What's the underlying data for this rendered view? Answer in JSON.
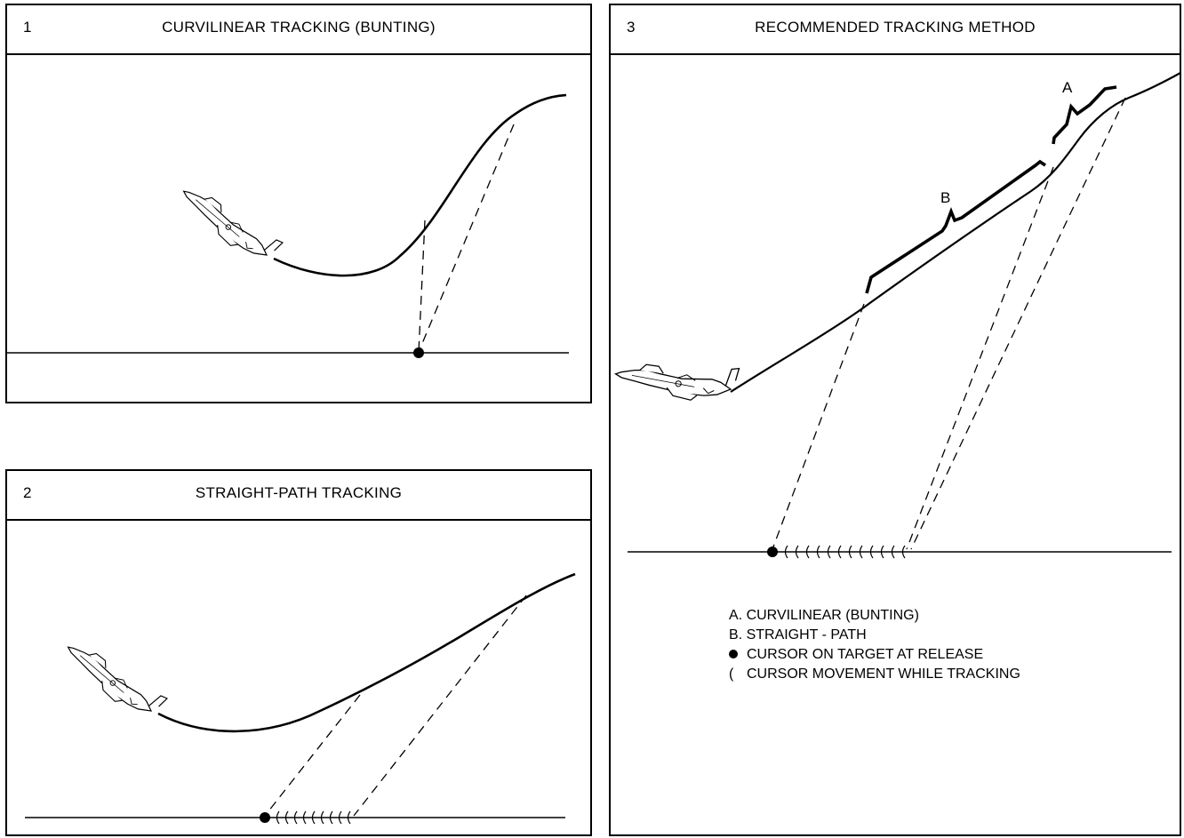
{
  "panels": [
    {
      "number": "1",
      "title": "CURVILINEAR TRACKING (BUNTING)"
    },
    {
      "number": "2",
      "title": "STRAIGHT-PATH TRACKING"
    },
    {
      "number": "3",
      "title": "RECOMMENDED TRACKING METHOD"
    }
  ],
  "labels": {
    "a": "A",
    "b": "B"
  },
  "legend": [
    {
      "symbol": "",
      "text": "A. CURVILINEAR (BUNTING)"
    },
    {
      "symbol": "",
      "text": "B. STRAIGHT - PATH"
    },
    {
      "symbol": "dot",
      "text": "CURSOR ON TARGET AT RELEASE"
    },
    {
      "symbol": "(",
      "text": "CURSOR MOVEMENT WHILE TRACKING"
    }
  ],
  "icons": [
    "aircraft-icon",
    "target-dot-icon",
    "cursor-mark-icon"
  ]
}
